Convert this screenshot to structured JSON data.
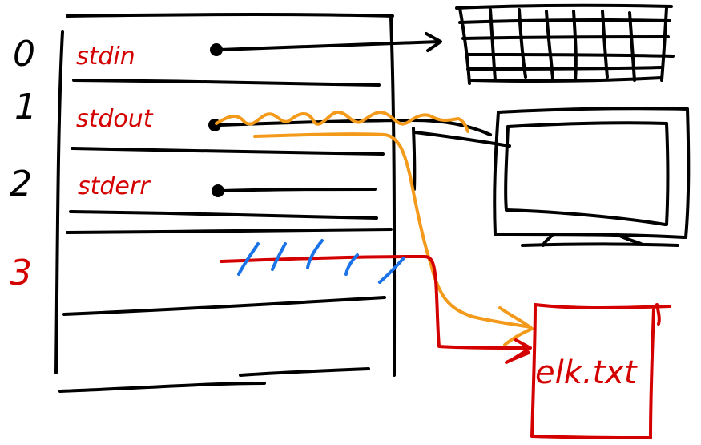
{
  "fd_table": {
    "rows": [
      {
        "number": "0",
        "label": "stdin"
      },
      {
        "number": "1",
        "label": "stdout"
      },
      {
        "number": "2",
        "label": "stderr"
      },
      {
        "number": "3",
        "label": ""
      }
    ]
  },
  "file": {
    "label": "elk.txt"
  },
  "colors": {
    "ink": "#000000",
    "red": "#d40000",
    "orange": "#f39a1b",
    "blue": "#1a73e8"
  }
}
